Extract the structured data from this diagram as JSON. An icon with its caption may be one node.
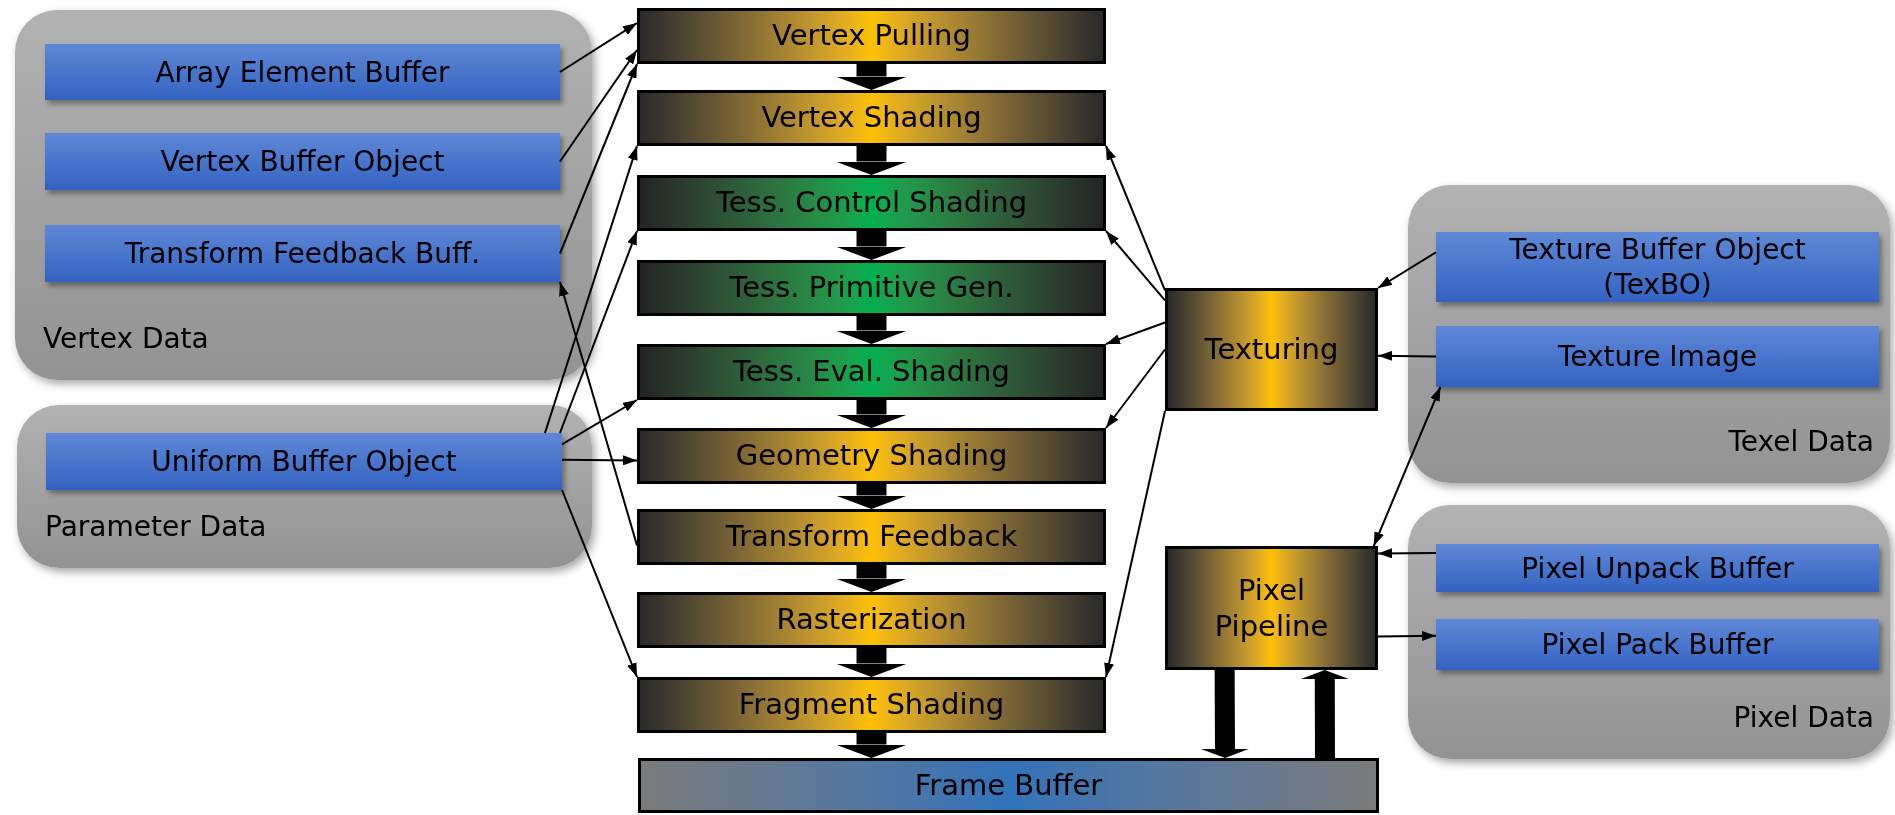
{
  "diagram": {
    "nodes": [
      {
        "text": [
          "Vertex Data"
        ]
      },
      {
        "text": [
          "Array Element Buffer"
        ],
        "in": 0
      },
      {
        "text": [
          "Vertex Buffer Object"
        ],
        "in": 0
      },
      {
        "text": [
          "Transform Feedback Buff."
        ],
        "in": 0
      },
      {
        "text": [
          "Parameter Data"
        ]
      },
      {
        "text": [
          "Uniform Buffer Object"
        ],
        "in": 4
      },
      {
        "text": [
          "Vertex Pulling"
        ]
      },
      {
        "text": [
          "Vertex Shading"
        ]
      },
      {
        "text": [
          "Tess. Control Shading"
        ]
      },
      {
        "text": [
          "Tess. Primitive Gen."
        ]
      },
      {
        "text": [
          "Tess. Eval. Shading"
        ]
      },
      {
        "text": [
          "Geometry Shading"
        ]
      },
      {
        "text": [
          "Transform Feedback"
        ]
      },
      {
        "text": [
          "Rasterization"
        ]
      },
      {
        "text": [
          "Fragment Shading"
        ]
      },
      {
        "text": [
          "Frame Buffer"
        ]
      },
      {
        "text": [
          "Texturing"
        ]
      },
      {
        "text": [
          "Pixel Pipeline"
        ]
      },
      {
        "text": [
          "Texel Data"
        ]
      },
      {
        "text": [
          "Texture Buffer Object (TexBO)"
        ],
        "in": 18
      },
      {
        "text": [
          "Texture Image"
        ],
        "in": 18
      },
      {
        "text": [
          "Pixel Data"
        ]
      },
      {
        "text": [
          "Pixel Unpack Buffer"
        ],
        "in": 21
      },
      {
        "text": [
          "Pixel Pack Buffer"
        ],
        "in": 21
      }
    ],
    "edges": [
      {
        "from": 1,
        "to": 6,
        "arrow": "to"
      },
      {
        "from": 2,
        "to": 6,
        "arrow": "to"
      },
      {
        "from": 3,
        "to": 6,
        "arrow": "to"
      },
      {
        "from": 5,
        "to": 7,
        "arrow": "to"
      },
      {
        "from": 5,
        "to": 8,
        "arrow": "to"
      },
      {
        "from": 5,
        "to": 10,
        "arrow": "to"
      },
      {
        "from": 5,
        "to": 11,
        "arrow": "to"
      },
      {
        "from": 5,
        "to": 14,
        "arrow": "to"
      },
      {
        "from": 12,
        "to": 3,
        "arrow": "to"
      },
      {
        "from": 16,
        "to": 7,
        "arrow": "to"
      },
      {
        "from": 16,
        "to": 8,
        "arrow": "to"
      },
      {
        "from": 16,
        "to": 10,
        "arrow": "to"
      },
      {
        "from": 16,
        "to": 11,
        "arrow": "to"
      },
      {
        "from": 16,
        "to": 14,
        "arrow": "to"
      },
      {
        "from": 19,
        "to": 16,
        "arrow": "to"
      },
      {
        "from": 20,
        "to": 16,
        "arrow": "to"
      },
      {
        "from": 20,
        "to": 17,
        "arrow": "both"
      },
      {
        "from": 22,
        "to": 17,
        "arrow": "to"
      },
      {
        "from": 17,
        "to": 23,
        "arrow": "to"
      },
      {
        "from": 17,
        "to": 15,
        "arrow": "to",
        "style": "thick"
      },
      {
        "from": 15,
        "to": 17,
        "arrow": "to",
        "style": "thick"
      },
      {
        "from": 6,
        "to": 7,
        "arrow": "to",
        "style": "thick"
      },
      {
        "from": 7,
        "to": 8,
        "arrow": "to",
        "style": "thick"
      },
      {
        "from": 8,
        "to": 9,
        "arrow": "to",
        "style": "thick"
      },
      {
        "from": 9,
        "to": 10,
        "arrow": "to",
        "style": "thick"
      },
      {
        "from": 10,
        "to": 11,
        "arrow": "to",
        "style": "thick"
      },
      {
        "from": 11,
        "to": 12,
        "arrow": "to",
        "style": "thick"
      },
      {
        "from": 12,
        "to": 13,
        "arrow": "to",
        "style": "thick"
      },
      {
        "from": 13,
        "to": 14,
        "arrow": "to",
        "style": "thick"
      },
      {
        "from": 14,
        "to": 15,
        "arrow": "to",
        "style": "thick"
      }
    ]
  }
}
